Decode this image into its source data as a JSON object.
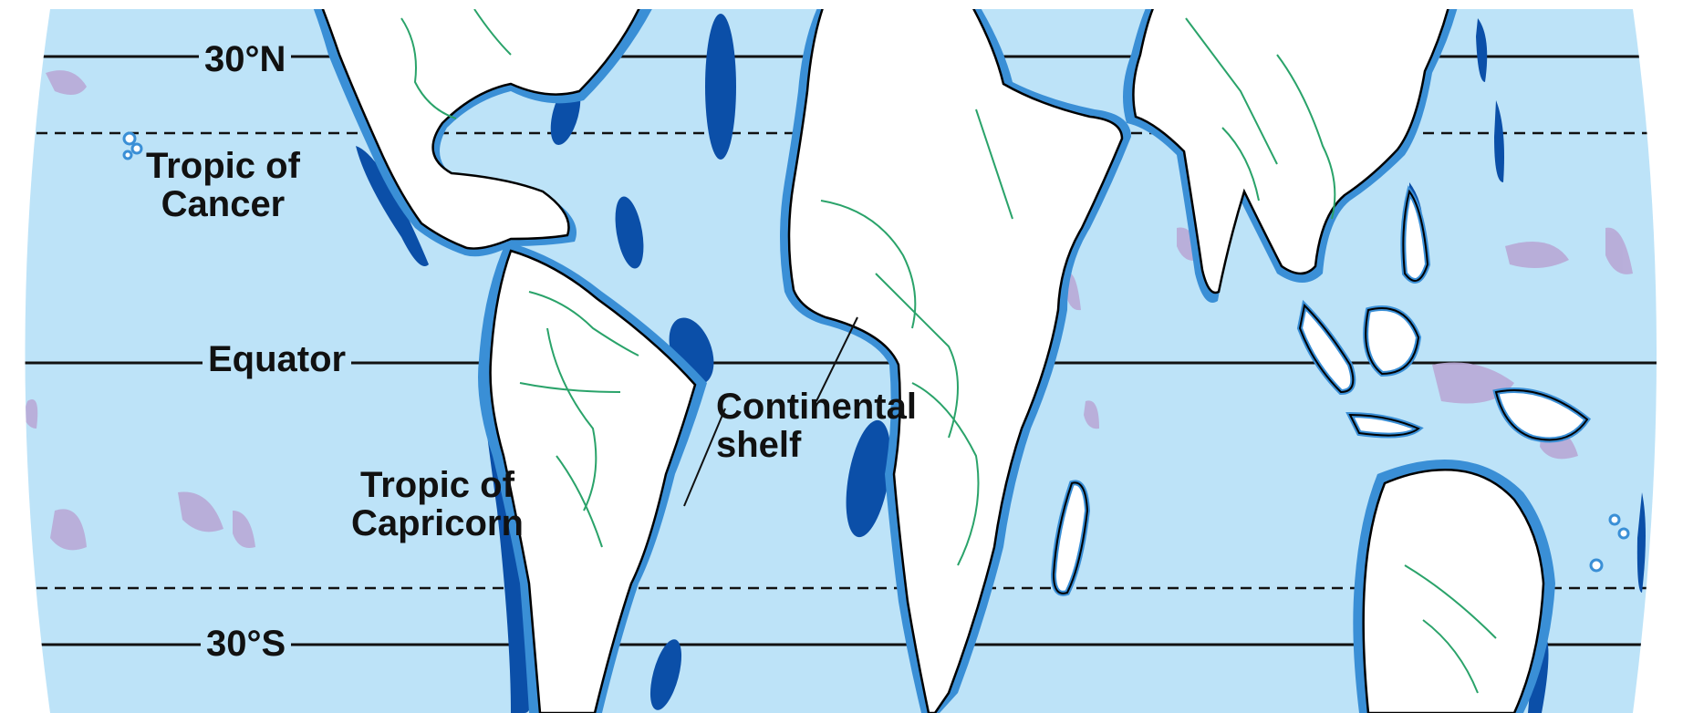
{
  "map": {
    "latitude_lines": {
      "north_30": "30°N",
      "equator": "Equator",
      "south_30": "30°S"
    },
    "tropic_labels": {
      "cancer_line1": "Tropic of",
      "cancer_line2": "Cancer",
      "capricorn_line1": "Tropic of",
      "capricorn_line2": "Capricorn"
    },
    "feature_labels": {
      "shelf_line1": "Continental",
      "shelf_line2": "shelf"
    },
    "colors": {
      "ocean": "#bde3f8",
      "land": "#ffffff",
      "shelf": "#3a8fd6",
      "deep_trench": "#0b4fa8",
      "shallow_seafloor": "#b8a9d6",
      "rivers": "#2aa36a",
      "outline": "#000000"
    }
  }
}
